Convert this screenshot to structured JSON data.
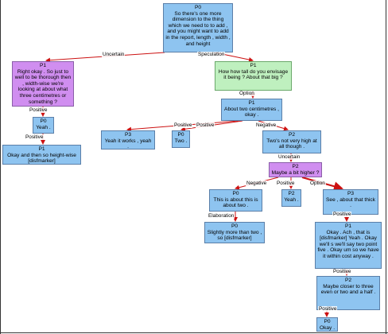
{
  "nodes": {
    "n1": {
      "speaker": "P0",
      "text": "So there's one more dimension to the thing which we need to to add , and you might want to add in the report, length , width , and height"
    },
    "n2": {
      "speaker": "P1",
      "text": "Right okay . So just to well to be thorough then , width-wise we're looking at about what three centimetres or something ?"
    },
    "n3": {
      "speaker": "P1",
      "text": "How how tall do you envisage it being ? About that big ?"
    },
    "n4": {
      "speaker": "P0",
      "text": "Yeah ."
    },
    "n5": {
      "speaker": "P1",
      "text": "Okay and then so height-wise [disfmarker]"
    },
    "n6": {
      "speaker": "P1",
      "text": "About two centimetres , okay ."
    },
    "n7": {
      "speaker": "P3",
      "text": "Yeah it works , yeah ."
    },
    "n8": {
      "speaker": "P0",
      "text": "Two ."
    },
    "n9": {
      "speaker": "P2",
      "text": "Two's not very high at all though ."
    },
    "n10": {
      "speaker": "P2",
      "text": "Maybe a bit higher ?"
    },
    "n11": {
      "speaker": "P0",
      "text": "This is about this is about two ."
    },
    "n12": {
      "speaker": "P2",
      "text": "Yeah ."
    },
    "n13": {
      "speaker": "P3",
      "text": "See , about that thick ."
    },
    "n14": {
      "speaker": "P0",
      "text": "Slightly more than two , so [disfmarker]"
    },
    "n15": {
      "speaker": "P1",
      "text": "Okay . Ach , that is [disfmarker] Yeah . Okay we'll s we'll say two point five . Okay um so we have it within cost anyway ."
    },
    "n16": {
      "speaker": "P2",
      "text": "Maybe closer to three even or two and a half ."
    },
    "n17": {
      "speaker": "P0",
      "text": "Okay ."
    }
  },
  "edge_labels": {
    "e1": "Uncertain",
    "e2": "Speculation",
    "e3": "Positive",
    "e4": "Positive",
    "e5": "Option",
    "e6": "Positive",
    "e7": "Positive",
    "e8": "Negative",
    "e9": "Uncertain",
    "e10": "Negative",
    "e11": "Positive",
    "e12": "Option",
    "e13": "Elaboration",
    "e14": "Positive",
    "e15": "Positive",
    "e16": "Positive"
  },
  "colors": {
    "edge": "#cc1111",
    "blue": "#8ec4f0",
    "purple": "#d08ef0",
    "green": "#bff0bf"
  }
}
